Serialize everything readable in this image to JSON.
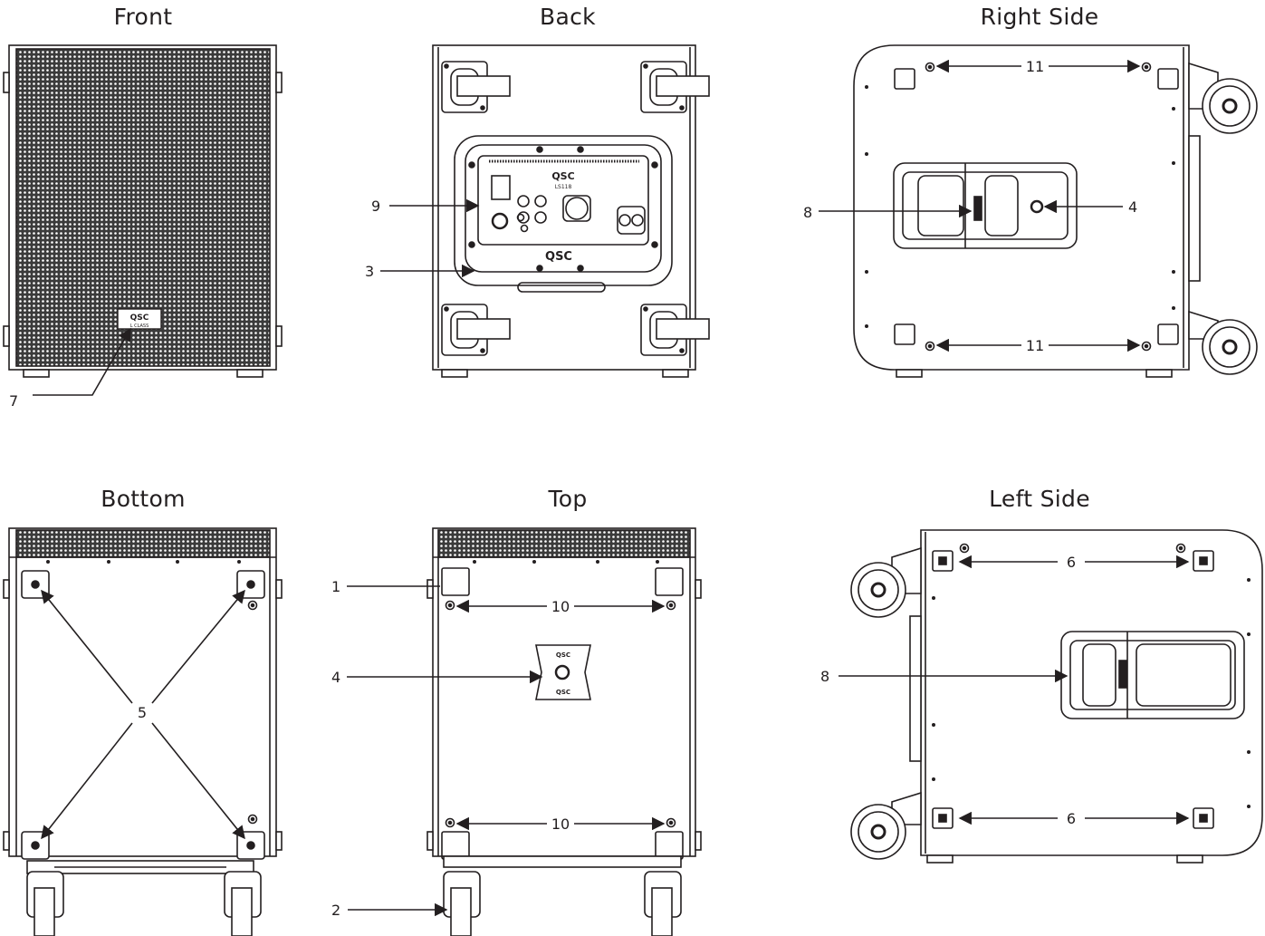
{
  "views": {
    "front": "Front",
    "back": "Back",
    "right_side": "Right Side",
    "bottom": "Bottom",
    "top": "Top",
    "left_side": "Left Side"
  },
  "callouts": {
    "c1": "1",
    "c2": "2",
    "c3": "3",
    "c4": "4",
    "c5": "5",
    "c6": "6",
    "c7": "7",
    "c8": "8",
    "c9": "9",
    "c10": "10",
    "c11": "11"
  },
  "logos": {
    "brand": "QSC",
    "model": "LS118",
    "series": "L CLASS"
  },
  "colors": {
    "ink": "#231f20",
    "paper": "#ffffff",
    "grille": "#3a3a3a"
  }
}
